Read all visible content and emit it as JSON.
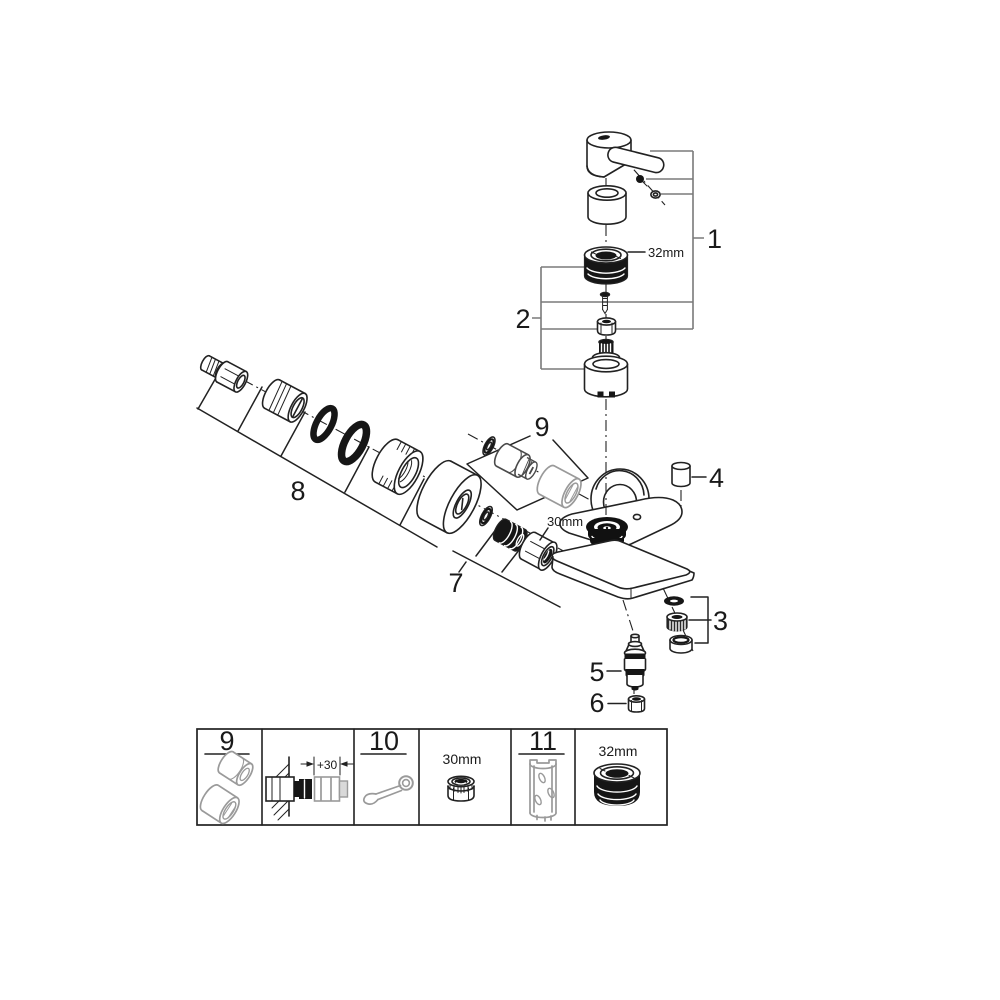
{
  "diagram": {
    "type": "exploded-parts-diagram",
    "subject": "single-lever bath mixer faucet",
    "callouts": {
      "c1": "1",
      "c2": "2",
      "c3": "3",
      "c4": "4",
      "c5": "5",
      "c6": "6",
      "c7": "7",
      "c8": "8",
      "c9": "9"
    },
    "dimensions": {
      "cartridge_ring": "32mm",
      "union_nut": "30mm"
    }
  },
  "legend": {
    "cells": [
      {
        "id": "check-valves",
        "label": "9"
      },
      {
        "id": "wall-mounting",
        "dimension": "+30"
      },
      {
        "id": "open-end-wrench",
        "label": "10"
      },
      {
        "id": "union-nut",
        "size": "30mm"
      },
      {
        "id": "mounting-tool",
        "label": "11"
      },
      {
        "id": "threaded-ring",
        "size": "32mm"
      }
    ]
  },
  "colors": {
    "line": "#222222",
    "dark_fill": "#161616",
    "gray_part": "#9a9a9a",
    "bracket_line": "#7a7a7a",
    "background": "#ffffff"
  }
}
